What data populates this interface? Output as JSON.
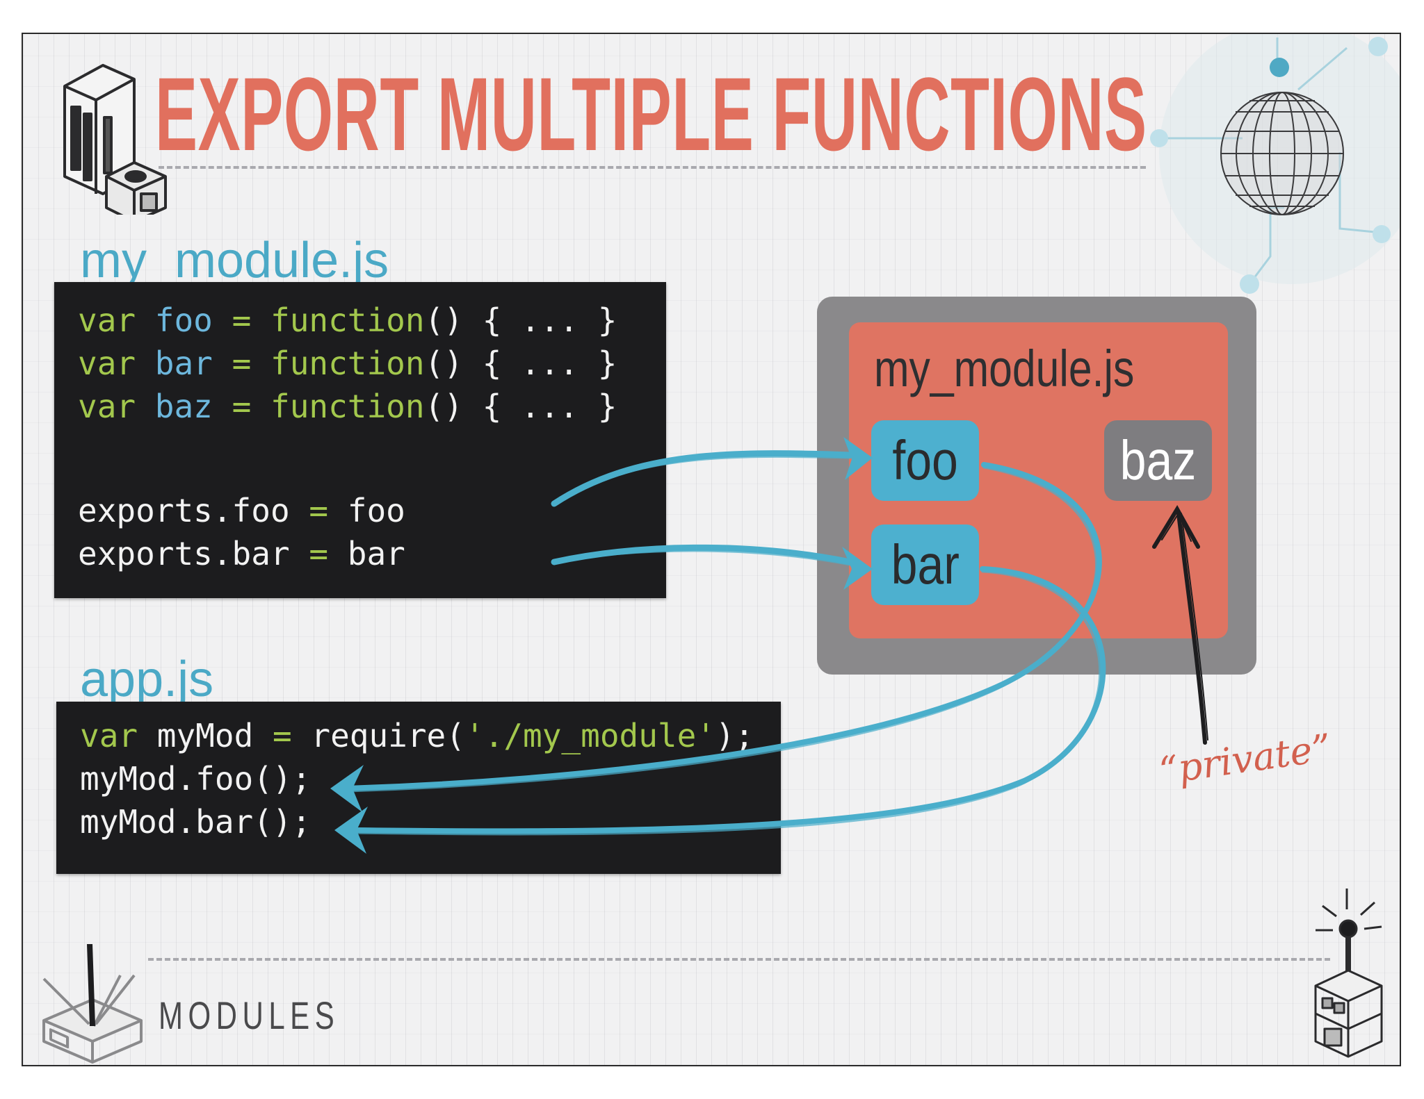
{
  "title": "EXPORT MULTIPLE FUNCTIONS",
  "my_module_label": "my_module.js",
  "my_module_code": {
    "lines": [
      {
        "kw": "var",
        "name": "foo",
        "eq": "=",
        "fn": "function",
        "rest": "() { ... }"
      },
      {
        "kw": "var",
        "name": "bar",
        "eq": "=",
        "fn": "function",
        "rest": "() { ... }"
      },
      {
        "kw": "var",
        "name": "baz",
        "eq": "=",
        "fn": "function",
        "rest": "() { ... }"
      }
    ],
    "exports": [
      {
        "lhs": "exports.foo",
        "eq": "=",
        "rhs": "foo"
      },
      {
        "lhs": "exports.bar",
        "eq": "=",
        "rhs": "bar"
      }
    ]
  },
  "app_label": "app.js",
  "app_code": {
    "require_line": {
      "kw": "var",
      "name": "myMod",
      "eq": "=",
      "fn": "require(",
      "str": "'./my_module'",
      "end": ");"
    },
    "calls": [
      "myMod.foo();",
      "myMod.bar();"
    ]
  },
  "module_box": {
    "title": "my_module.js",
    "chips": {
      "foo": "foo",
      "bar": "bar",
      "baz": "baz"
    }
  },
  "private_note": "“private”",
  "footer": "MODULES",
  "colors": {
    "title": "#e1705e",
    "file_label": "#4ba9c6",
    "arrow": "#4aaecb",
    "module_outer": "#8a898b",
    "module_inner": "#df7462",
    "keyword": "#a3c84d",
    "identifier": "#6db7dd"
  }
}
